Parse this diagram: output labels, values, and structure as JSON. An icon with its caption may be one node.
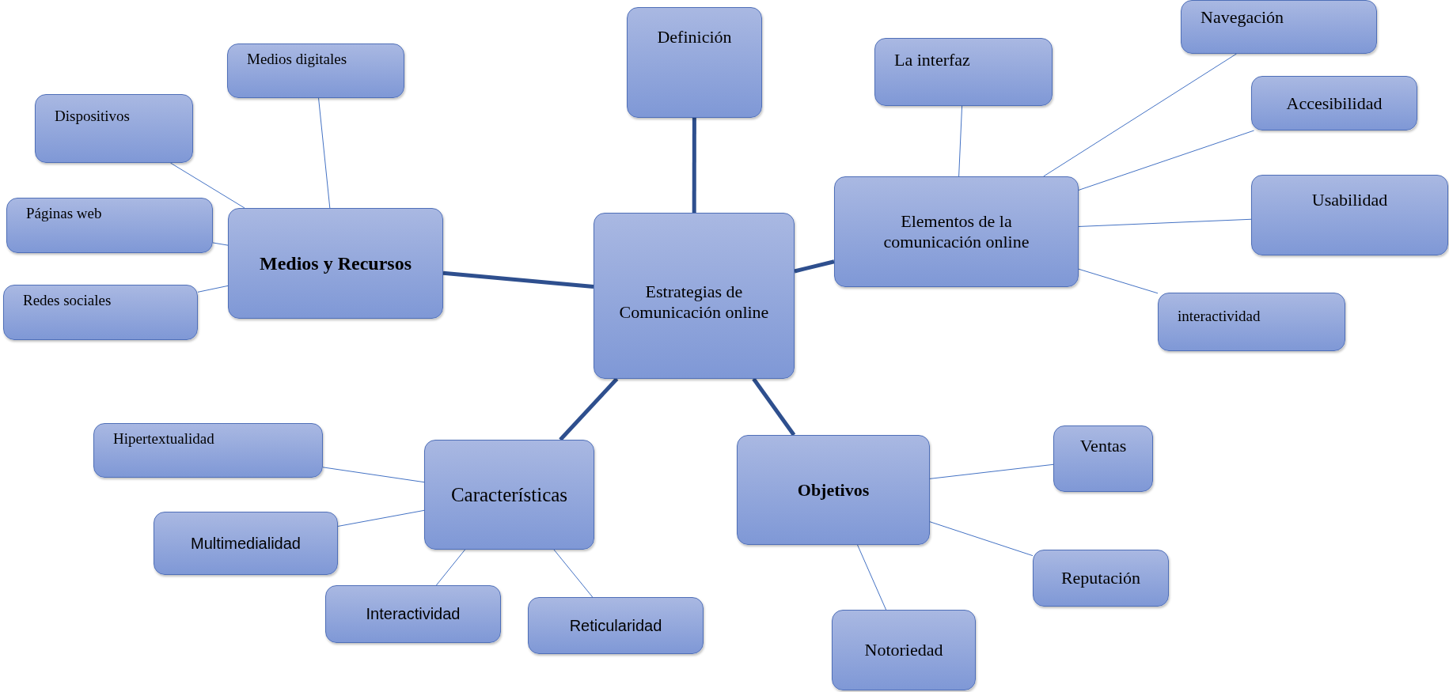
{
  "diagram": {
    "nodes": [
      {
        "text": [
          "Estrategias de Comunicación online"
        ]
      },
      {
        "text": [
          "Definición"
        ]
      },
      {
        "text": [
          "Medios y Recursos"
        ]
      },
      {
        "text": [
          "Medios digitales"
        ]
      },
      {
        "text": [
          "Dispositivos"
        ]
      },
      {
        "text": [
          "Páginas web"
        ]
      },
      {
        "text": [
          "Redes sociales"
        ]
      },
      {
        "text": [
          "Elementos de la comunicación online"
        ]
      },
      {
        "text": [
          "La interfaz"
        ]
      },
      {
        "text": [
          "Navegación"
        ]
      },
      {
        "text": [
          "Accesibilidad"
        ]
      },
      {
        "text": [
          "Usabilidad"
        ]
      },
      {
        "text": [
          "interactividad"
        ]
      },
      {
        "text": [
          "Características"
        ]
      },
      {
        "text": [
          "Hipertextualidad"
        ]
      },
      {
        "text": [
          "Multimedialidad"
        ]
      },
      {
        "text": [
          "Interactividad"
        ]
      },
      {
        "text": [
          "Reticularidad"
        ]
      },
      {
        "text": [
          "Objetivos"
        ]
      },
      {
        "text": [
          "Ventas"
        ]
      },
      {
        "text": [
          "Reputación"
        ]
      },
      {
        "text": [
          "Notoriedad"
        ]
      }
    ],
    "edges": [
      {
        "from": 0,
        "to": 1,
        "arrow": "none",
        "style": "thick"
      },
      {
        "from": 0,
        "to": 2,
        "arrow": "none",
        "style": "thick"
      },
      {
        "from": 0,
        "to": 7,
        "arrow": "none",
        "style": "thick"
      },
      {
        "from": 0,
        "to": 13,
        "arrow": "none",
        "style": "thick"
      },
      {
        "from": 0,
        "to": 18,
        "arrow": "none",
        "style": "thick"
      },
      {
        "from": 2,
        "to": 3,
        "arrow": "none"
      },
      {
        "from": 2,
        "to": 4,
        "arrow": "none"
      },
      {
        "from": 2,
        "to": 5,
        "arrow": "none"
      },
      {
        "from": 2,
        "to": 6,
        "arrow": "none"
      },
      {
        "from": 7,
        "to": 8,
        "arrow": "none"
      },
      {
        "from": 7,
        "to": 9,
        "arrow": "none"
      },
      {
        "from": 7,
        "to": 10,
        "arrow": "none"
      },
      {
        "from": 7,
        "to": 11,
        "arrow": "none"
      },
      {
        "from": 7,
        "to": 12,
        "arrow": "none"
      },
      {
        "from": 13,
        "to": 14,
        "arrow": "none"
      },
      {
        "from": 13,
        "to": 15,
        "arrow": "none"
      },
      {
        "from": 13,
        "to": 16,
        "arrow": "none"
      },
      {
        "from": 13,
        "to": 17,
        "arrow": "none"
      },
      {
        "from": 18,
        "to": 19,
        "arrow": "none"
      },
      {
        "from": 18,
        "to": 20,
        "arrow": "none"
      },
      {
        "from": 18,
        "to": 21,
        "arrow": "none"
      }
    ]
  }
}
